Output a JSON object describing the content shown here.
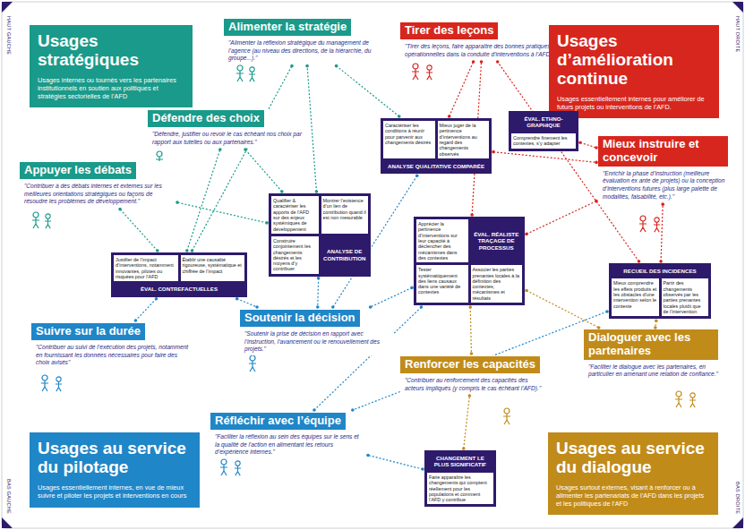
{
  "diagram": {
    "nodes": [
      {
        "text": [
          "Usages stratégiques",
          "Usages internes ou tournés vers les partenaires institutionnels en soutien aux politiques et stratégies sectorielles de l’AFD"
        ]
      },
      {
        "text": [
          "Alimenter la stratégie",
          "\"Alimenter la réflexion stratégique du management de l’agence (au niveau des directions, de la hiérarchie, du groupe...).\""
        ]
      },
      {
        "text": [
          "Tirer des leçons",
          "\"Tirer des leçons, faire apparaître des bonnes pratiques opérationnelles dans la conduite d’interventions à l’AFD.\""
        ]
      },
      {
        "text": [
          "Usages d’amélioration continue",
          "Usages essentiellement internes pour améliorer de futurs projets ou interventions de l’AFD."
        ]
      },
      {
        "text": [
          "Défendre des choix",
          "\"Défendre, justifier ou revoir le cas échéant nos choix par rapport aux tutelles ou aux partenaires.\""
        ]
      },
      {
        "text": [
          "ANALYSE QUALITATIVE COMPARÉE"
        ]
      },
      {
        "text": [
          "Caractériser les conditions à réunir pour parvenir aux changements désirés"
        ],
        "in": 5
      },
      {
        "text": [
          "Mieux juger de la pertinence d’interventions au regard des changements observés"
        ],
        "in": 5
      },
      {
        "text": [
          "ÉVAL. ETHNO-GRAPHIQUE"
        ]
      },
      {
        "text": [
          "Comprendre finement les contextes, s’y adapter"
        ],
        "in": 8
      },
      {
        "text": [
          "Mieux instruire et concevoir",
          "\"Enrichir la phase d’instruction (meilleure évaluation ex ante de projets) ou la conception d’interventions futures (plus large palette de modalités, faisabilité, etc.).\""
        ]
      },
      {
        "text": [
          "Appuyer les débats",
          "\"Contribuer à des débats internes et externes sur les meilleures orientations stratégiques ou façons de résoudre les problèmes de développement.\""
        ]
      },
      {
        "text": [
          "ANALYSE DE CONTRIBUTION"
        ]
      },
      {
        "text": [
          "Qualifier & caractériser les apports de l’AFD sur des enjeux systémiques de développement"
        ],
        "in": 12
      },
      {
        "text": [
          "Montrer l’existence d’un lien de contribution quand il est non mesurable"
        ],
        "in": 12
      },
      {
        "text": [
          "Construire conjointement les changements désirés et les moyens d’y contribuer"
        ],
        "in": 12
      },
      {
        "text": [
          "ÉVAL. RÉALISTE TRAÇAGE DE PROCESSUS"
        ]
      },
      {
        "text": [
          "Apprécier la pertinence d’interventions sur leur capacité à déclencher des mécanismes dans des contextes"
        ],
        "in": 16
      },
      {
        "text": [
          "Tester systématiquement des liens causaux dans une variété de contextes"
        ],
        "in": 16
      },
      {
        "text": [
          "Associer les parties prenantes locales à la définition des contextes, mécanismes et résultats"
        ],
        "in": 16
      },
      {
        "text": [
          "ÉVAL. CONTREFACTUELLES"
        ]
      },
      {
        "text": [
          "Justifier de l’impact d’interventions, notamment innovantes, pilotes ou risquées pour l’AFD"
        ],
        "in": 20
      },
      {
        "text": [
          "Établir une causalité rigoureuse, systématique et chiffrée de l’impact"
        ],
        "in": 20
      },
      {
        "text": [
          "RECUEIL DES INCIDENCES"
        ]
      },
      {
        "text": [
          "Mieux comprendre les effets produits et les obstacles d’une intervention selon le contexte"
        ],
        "in": 23
      },
      {
        "text": [
          "Partir des changements observés par les parties prenantes locales plutôt que de l’intervention"
        ],
        "in": 23
      },
      {
        "text": [
          "Soutenir la décision",
          "\"Soutenir la prise de décision en rapport avec l’instruction, l’avancement ou le renouvellement des projets.\""
        ]
      },
      {
        "text": [
          "Suivre sur la durée",
          "\"Contribuer au suivi de l’exécution des projets, notamment en fournissant les données nécessaires pour faire des choix avisés\""
        ]
      },
      {
        "text": [
          "Dialoguer avec les partenaires",
          "\"Faciliter le dialogue avec les partenaires, en particulier en amenant une relation de confiance.\""
        ]
      },
      {
        "text": [
          "Renforcer les capacités",
          "\"Contribuer au renforcement des capacités des acteurs impliqués (y compris le cas échéant l’AFD).\""
        ]
      },
      {
        "text": [
          "Réfléchir avec l’équipe",
          "\"Faciliter la réflexion au sein des équipes sur le sens et la qualité de l’action en alimentant les retours d’expérience internes.\""
        ]
      },
      {
        "text": [
          "Usages au service du pilotage",
          "Usages essentiellement internes, en vue de mieux suivre et piloter les projets et interventions en cours"
        ]
      },
      {
        "text": [
          "CHANGEMENT LE PLUS SIGNIFICATIF"
        ]
      },
      {
        "text": [
          "Faire apparaître les changements qui comptent réellement pour les populations et comment l’AFD y contribue"
        ],
        "in": 32
      },
      {
        "text": [
          "Usages au service du dialogue",
          "Usages surtout externes, visant à renforcer ou à alimenter les partenariats de l’AFD dans les projets et les politiques de l’AFD"
        ]
      }
    ],
    "edges": [
      {
        "from": 12,
        "to": 1,
        "arrow": "none"
      },
      {
        "from": 20,
        "to": 1,
        "arrow": "none"
      },
      {
        "from": 5,
        "to": 1,
        "arrow": "none"
      },
      {
        "from": 12,
        "to": 4,
        "arrow": "none"
      },
      {
        "from": 20,
        "to": 4,
        "arrow": "none"
      },
      {
        "from": 12,
        "to": 11,
        "arrow": "none"
      },
      {
        "from": 20,
        "to": 11,
        "arrow": "none"
      },
      {
        "from": 5,
        "to": 2,
        "arrow": "none"
      },
      {
        "from": 16,
        "to": 2,
        "arrow": "none"
      },
      {
        "from": 23,
        "to": 2,
        "arrow": "none"
      },
      {
        "from": 8,
        "to": 10,
        "arrow": "none"
      },
      {
        "from": 5,
        "to": 10,
        "arrow": "none"
      },
      {
        "from": 16,
        "to": 10,
        "arrow": "none"
      },
      {
        "from": 23,
        "to": 10,
        "arrow": "none"
      },
      {
        "from": 20,
        "to": 26,
        "arrow": "none"
      },
      {
        "from": 12,
        "to": 26,
        "arrow": "none"
      },
      {
        "from": 5,
        "to": 26,
        "arrow": "none"
      },
      {
        "from": 16,
        "to": 26,
        "arrow": "none"
      },
      {
        "from": 20,
        "to": 27,
        "arrow": "none"
      },
      {
        "from": 23,
        "to": 30,
        "arrow": "none"
      },
      {
        "from": 32,
        "to": 30,
        "arrow": "none"
      },
      {
        "from": 16,
        "to": 30,
        "arrow": "none"
      },
      {
        "from": 23,
        "to": 28,
        "arrow": "none"
      },
      {
        "from": 16,
        "to": 28,
        "arrow": "none"
      },
      {
        "from": 32,
        "to": 29,
        "arrow": "none"
      },
      {
        "from": 16,
        "to": 29,
        "arrow": "none"
      }
    ],
    "labels": [
      "HAUT GAUCHE",
      "HAUT DROITE",
      "BAS GAUCHE",
      "BAS DROITE"
    ]
  }
}
